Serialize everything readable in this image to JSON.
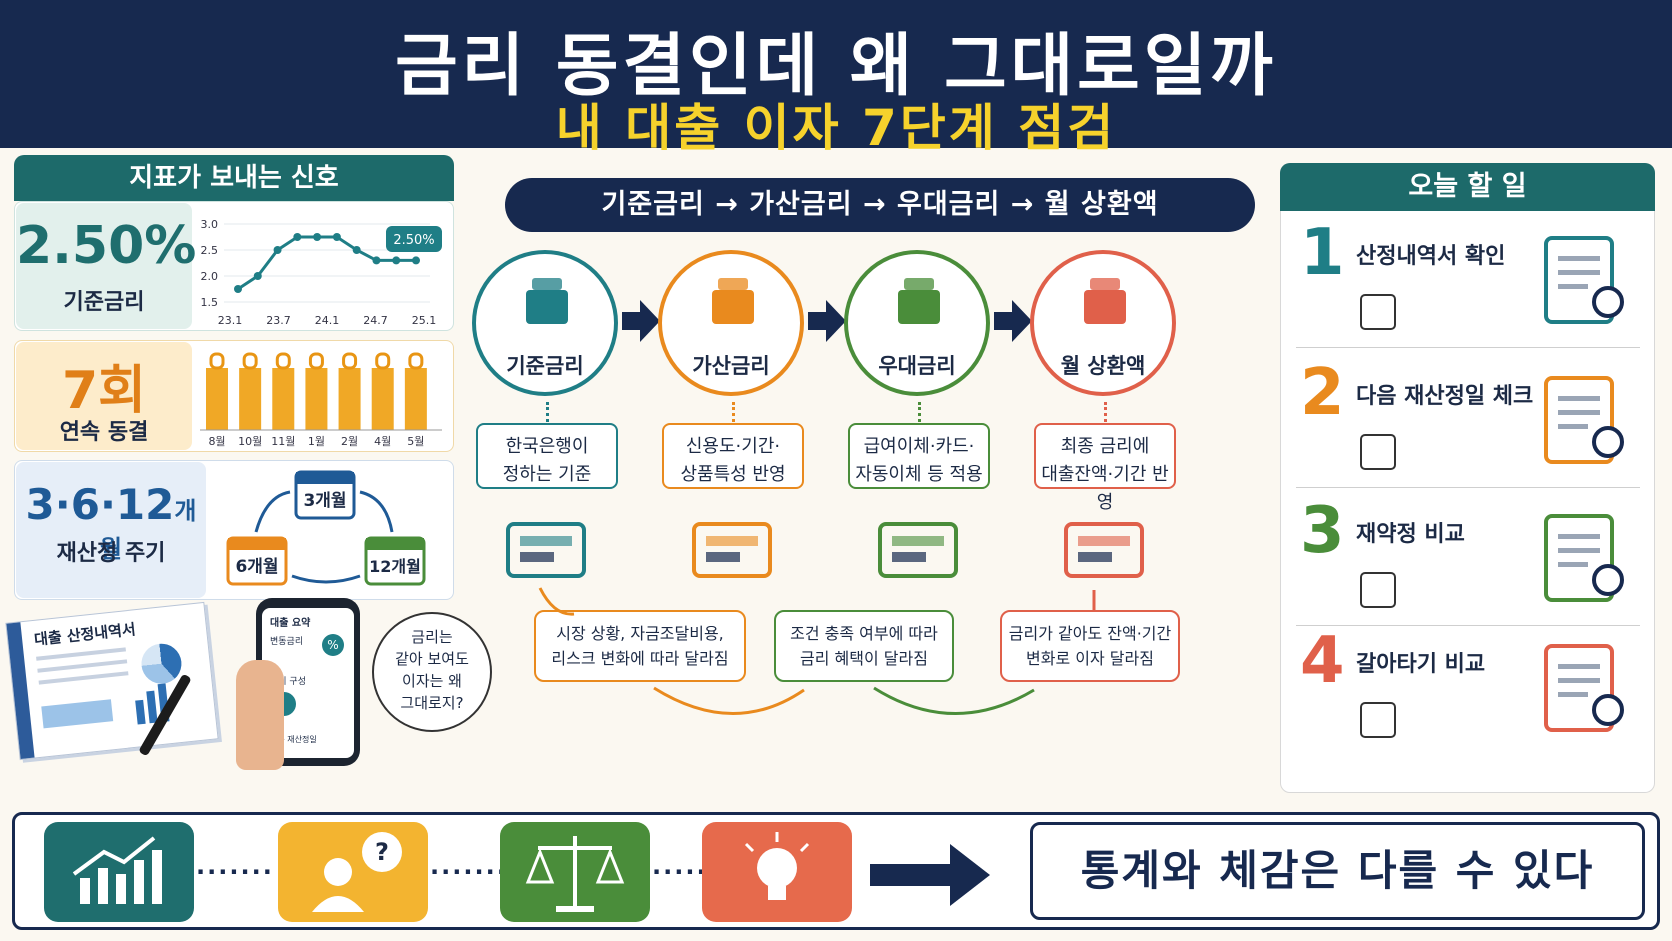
{
  "header": {
    "title": "금리 동결인데 왜 그대로일까",
    "subtitle": "내 대출 이자 7단계 점검"
  },
  "signals": {
    "heading": "지표가 보내는 신호",
    "base_rate": {
      "value": "2.50%",
      "label": "기준금리",
      "badge": "2.50%",
      "chart_data": {
        "type": "line",
        "x": [
          "23.1",
          "23.7",
          "24.1",
          "24.7",
          "25.1"
        ],
        "y_ticks": [
          "1.5",
          "2.0",
          "2.5",
          "3.0"
        ],
        "ylim": [
          1.5,
          3.0
        ],
        "values": [
          1.75,
          2.0,
          2.5,
          2.75,
          2.75,
          2.75,
          2.5,
          2.3,
          2.3,
          2.3
        ]
      }
    },
    "freeze": {
      "value": "7회",
      "label": "연속 동결",
      "chart_data": {
        "type": "bar",
        "categories": [
          "8월",
          "10월",
          "11월",
          "1월",
          "2월",
          "4월",
          "5월"
        ],
        "values": [
          1,
          1,
          1,
          1,
          1,
          1,
          1
        ]
      }
    },
    "cycle": {
      "value": "3·6·12",
      "unit": "개월",
      "label": "재산정 주기",
      "cal_3": "3개월",
      "cal_6": "6개월",
      "cal_12": "12개월"
    },
    "doc_title": "대출 산정내역서",
    "phone": {
      "row1": "대출 요약",
      "row2": "변동금리",
      "row3": "금리 구성",
      "row4": "다음 재산정일"
    },
    "bubble": "금리는\n같아 보여도\n이자는 왜\n그대로지?"
  },
  "flow": {
    "banner": "기준금리 → 가산금리 → 우대금리 → 월 상환액",
    "steps": [
      {
        "label": "기준금리",
        "desc1": "한국은행이",
        "desc2": "정하는 기준",
        "color": "#1f7e86"
      },
      {
        "label": "가산금리",
        "desc1": "신용도·기간·",
        "desc2": "상품특성 반영",
        "color": "#e98a1e"
      },
      {
        "label": "우대금리",
        "desc1": "급여이체·카드·",
        "desc2": "자동이체 등 적용",
        "color": "#4a8d3a"
      },
      {
        "label": "월 상환액",
        "desc1": "최종 금리에",
        "desc2": "대출잔액·기간 반영",
        "color": "#e0604a"
      }
    ],
    "notes": [
      {
        "line1": "시장 상황, 자금조달비용,",
        "line2": "리스크 변화에 따라 달라짐"
      },
      {
        "line1": "조건 충족 여부에 따라",
        "line2": "금리 혜택이 달라짐"
      },
      {
        "line1": "금리가 같아도 잔액·기간",
        "line2": "변화로 이자 달라짐"
      }
    ]
  },
  "todo": {
    "heading": "오늘 할 일",
    "items": [
      {
        "num": "1",
        "text": "산정내역서 확인",
        "icon": "clipboard-magnifier-icon",
        "color": "#1f7e86"
      },
      {
        "num": "2",
        "text": "다음 재산정일 체크",
        "icon": "calendar-clock-icon",
        "color": "#e98a1e"
      },
      {
        "num": "3",
        "text": "재약정 비교",
        "icon": "scale-icon",
        "color": "#4a8d3a"
      },
      {
        "num": "4",
        "text": "갈아타기 비교",
        "icon": "bank-switch-icon",
        "color": "#e0604a"
      }
    ]
  },
  "bottom": {
    "conclusion": "통계와 체감은 다를 수 있다",
    "dots": "·······"
  },
  "colors": {
    "navy": "#17294f",
    "teal": "#1f7e86",
    "orange": "#e98a1e",
    "green": "#4a8d3a",
    "red": "#e0604a",
    "yellow": "#f6d22c"
  }
}
